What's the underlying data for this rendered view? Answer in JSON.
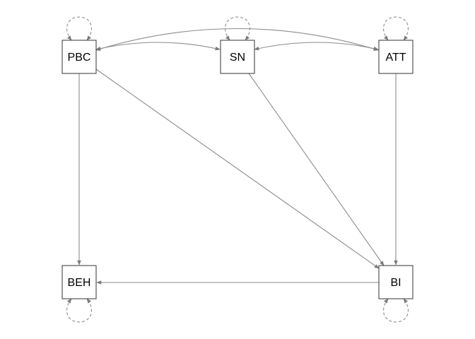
{
  "diagram": {
    "type": "path-diagram",
    "nodes": {
      "pbc": "PBC",
      "sn": "SN",
      "att": "ATT",
      "beh": "BEH",
      "bi": "BI"
    },
    "paths": [
      {
        "from": "PBC",
        "to": "BEH",
        "kind": "directed"
      },
      {
        "from": "PBC",
        "to": "BI",
        "kind": "directed"
      },
      {
        "from": "SN",
        "to": "BI",
        "kind": "directed"
      },
      {
        "from": "ATT",
        "to": "BI",
        "kind": "directed"
      },
      {
        "from": "BI",
        "to": "BEH",
        "kind": "directed"
      }
    ],
    "covariances": [
      {
        "between": [
          "PBC",
          "SN"
        ]
      },
      {
        "between": [
          "SN",
          "ATT"
        ]
      },
      {
        "between": [
          "PBC",
          "ATT"
        ]
      }
    ],
    "variances": [
      "PBC",
      "SN",
      "ATT",
      "BEH",
      "BI"
    ],
    "colors": {
      "edge": "#8c8c8c",
      "node_border": "#333333",
      "background": "#ffffff"
    }
  }
}
